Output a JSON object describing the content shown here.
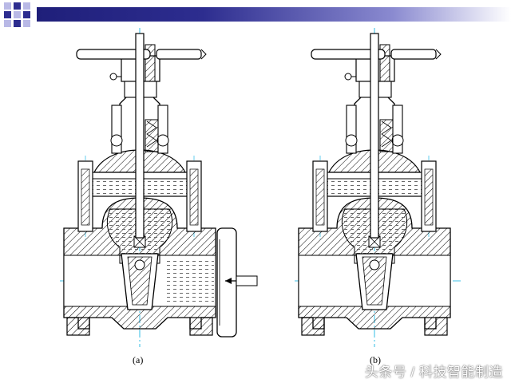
{
  "captions": {
    "left": "(a)",
    "right": "(b)"
  },
  "watermark": "头条号 / 科技智能制造",
  "colors": {
    "header_dark": "#1f1f7a",
    "outline": "#000000",
    "centerline": "#00aee0",
    "hatch": "#000000",
    "fluid": "#7a7a7a"
  },
  "views": [
    {
      "name": "valve-view-a",
      "shows_flange_and_arrow": true,
      "body_filled": true
    },
    {
      "name": "valve-view-b",
      "shows_flange_and_arrow": false,
      "body_filled": false
    }
  ]
}
